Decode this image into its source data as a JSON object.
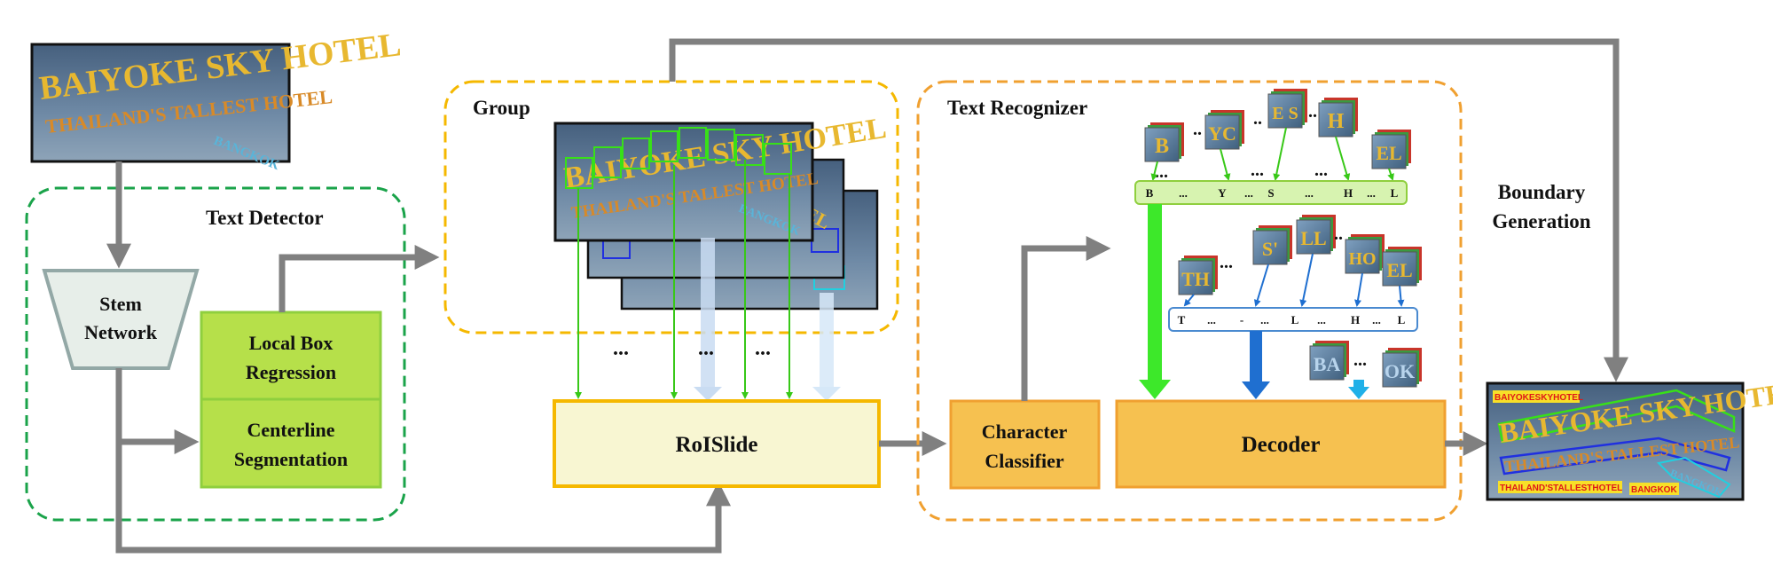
{
  "labels": {
    "text_detector": "Text Detector",
    "stem_network_1": "Stem",
    "stem_network_2": "Network",
    "local_box_1": "Local Box",
    "local_box_2": "Regression",
    "centerline_1": "Centerline",
    "centerline_2": "Segmentation",
    "group": "Group",
    "roislide": "RoISlide",
    "text_recognizer": "Text Recognizer",
    "char_classifier_1": "Character",
    "char_classifier_2": "Classifier",
    "decoder": "Decoder",
    "boundary_1": "Boundary",
    "boundary_2": "Generation",
    "group_dots_a": "...",
    "group_dots_b": "...",
    "group_dots_c": "..."
  },
  "photo": {
    "line1": "BAIYOKE SKY HOTEL",
    "line2": "THAILAND'S TALLEST HOTEL",
    "line3": "BANGKOK"
  },
  "output_tags": {
    "tag1": "BAIYOKESKYHOTEL",
    "tag2": "THAILAND'STALLESTHOTEL",
    "tag3": "BANGKOK"
  },
  "sequence_top": [
    "B",
    "...",
    "Y",
    "...",
    "S",
    "...",
    "H",
    "...",
    "L"
  ],
  "sequence_mid": [
    "T",
    "...",
    "-",
    "...",
    "L",
    "...",
    "H",
    "...",
    "L"
  ],
  "glyphs_top": [
    "B",
    "YC",
    "E S",
    "H",
    "EL"
  ],
  "glyphs_mid": [
    "TH",
    "S'",
    "LL",
    "HO",
    "EL"
  ],
  "glyphs_bottom": [
    "BA",
    "OK"
  ],
  "colors": {
    "gray_arrow": "#808080",
    "green_dash": "#1aa34a",
    "orange_dash": "#f0a030",
    "yellow_dash": "#f5b800",
    "lime_box": "#b6e04a",
    "roislide_fill": "#f8f6d2",
    "decoder_fill": "#f6c150",
    "seq_green": "#d7f3b0",
    "seq_blue": "#ffffff"
  }
}
